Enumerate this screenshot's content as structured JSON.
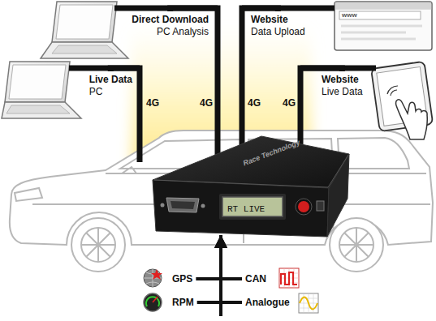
{
  "diagram": {
    "nodes": [
      {
        "text": [
          "Direct Download",
          "PC Analysis"
        ]
      },
      {
        "text": [
          "Website",
          "Data Upload"
        ]
      },
      {
        "text": [
          "Live Data",
          "PC"
        ]
      },
      {
        "text": [
          "Website",
          "Live Data"
        ]
      },
      {
        "text": [
          "RT LIVE"
        ]
      },
      {
        "text": [
          "GPS"
        ]
      },
      {
        "text": [
          "CAN"
        ]
      },
      {
        "text": [
          "RPM"
        ]
      },
      {
        "text": [
          "Analogue"
        ]
      }
    ],
    "edges": [
      {
        "from": 4,
        "to": 2,
        "arrow": "none",
        "label": "4G"
      },
      {
        "from": 4,
        "to": 0,
        "arrow": "none",
        "label": "4G"
      },
      {
        "from": 4,
        "to": 1,
        "arrow": "none",
        "label": "4G"
      },
      {
        "from": 4,
        "to": 3,
        "arrow": "none",
        "label": "4G"
      },
      {
        "from": 5,
        "to": 4,
        "arrow": "to"
      },
      {
        "from": 6,
        "to": 4,
        "arrow": "to"
      },
      {
        "from": 7,
        "to": 4,
        "arrow": "to"
      },
      {
        "from": 8,
        "to": 4,
        "arrow": "to"
      }
    ],
    "labels": [
      "www",
      "Race Technology"
    ]
  }
}
